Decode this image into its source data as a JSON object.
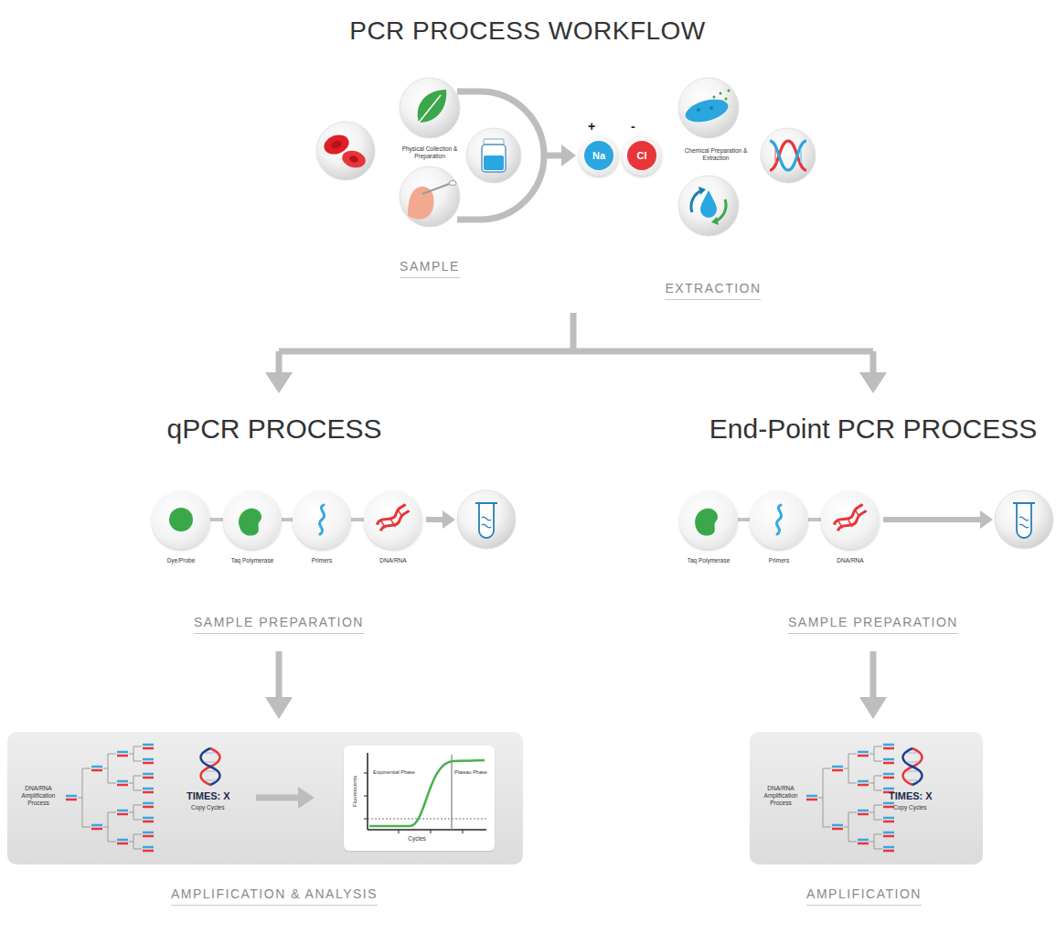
{
  "diagram": {
    "title": "PCR PROCESS WORKFLOW",
    "nodes": [
      {
        "text": [
          "+",
          "Na"
        ]
      },
      {
        "text": [
          "-",
          "Cl"
        ]
      },
      {
        "text": [
          "Dye/Probe"
        ]
      },
      {
        "text": [
          "Taq Polymerase"
        ]
      },
      {
        "text": [
          "Primers"
        ]
      },
      {
        "text": [
          "DNA/RNA"
        ]
      },
      {
        "text": [
          "DNA/RNA Amplification Process",
          "TIMES: X",
          "Copy Cycles"
        ]
      },
      {
        "text": [
          "Exponential Phase",
          "Plateau Phase",
          "Fluorescents",
          "Cycles"
        ],
        "in": 6
      },
      {
        "text": [
          "Taq Polymerase"
        ]
      },
      {
        "text": [
          "Primers"
        ]
      },
      {
        "text": [
          "DNA/RNA"
        ]
      },
      {
        "text": [
          "DNA/RNA Amplification Process",
          "TIMES: X",
          "Copy Cycles"
        ]
      }
    ],
    "edges": [
      {
        "from": 2,
        "to": 3,
        "arrow": "none"
      },
      {
        "from": 3,
        "to": 4,
        "arrow": "none"
      },
      {
        "from": 4,
        "to": 5,
        "arrow": "none"
      },
      {
        "from": 8,
        "to": 9,
        "arrow": "none"
      },
      {
        "from": 9,
        "to": 10,
        "arrow": "none"
      }
    ],
    "labels": [
      "Physical Collection & Preparation",
      "SAMPLE",
      "Chemical Preparation & Extraction",
      "EXTRACTION",
      "qPCR PROCESS",
      "End-Point PCR PROCESS",
      "SAMPLE PREPARATION",
      "SAMPLE PREPARATION",
      "AMPLIFICATION & ANALYSIS",
      "AMPLIFICATION"
    ]
  }
}
